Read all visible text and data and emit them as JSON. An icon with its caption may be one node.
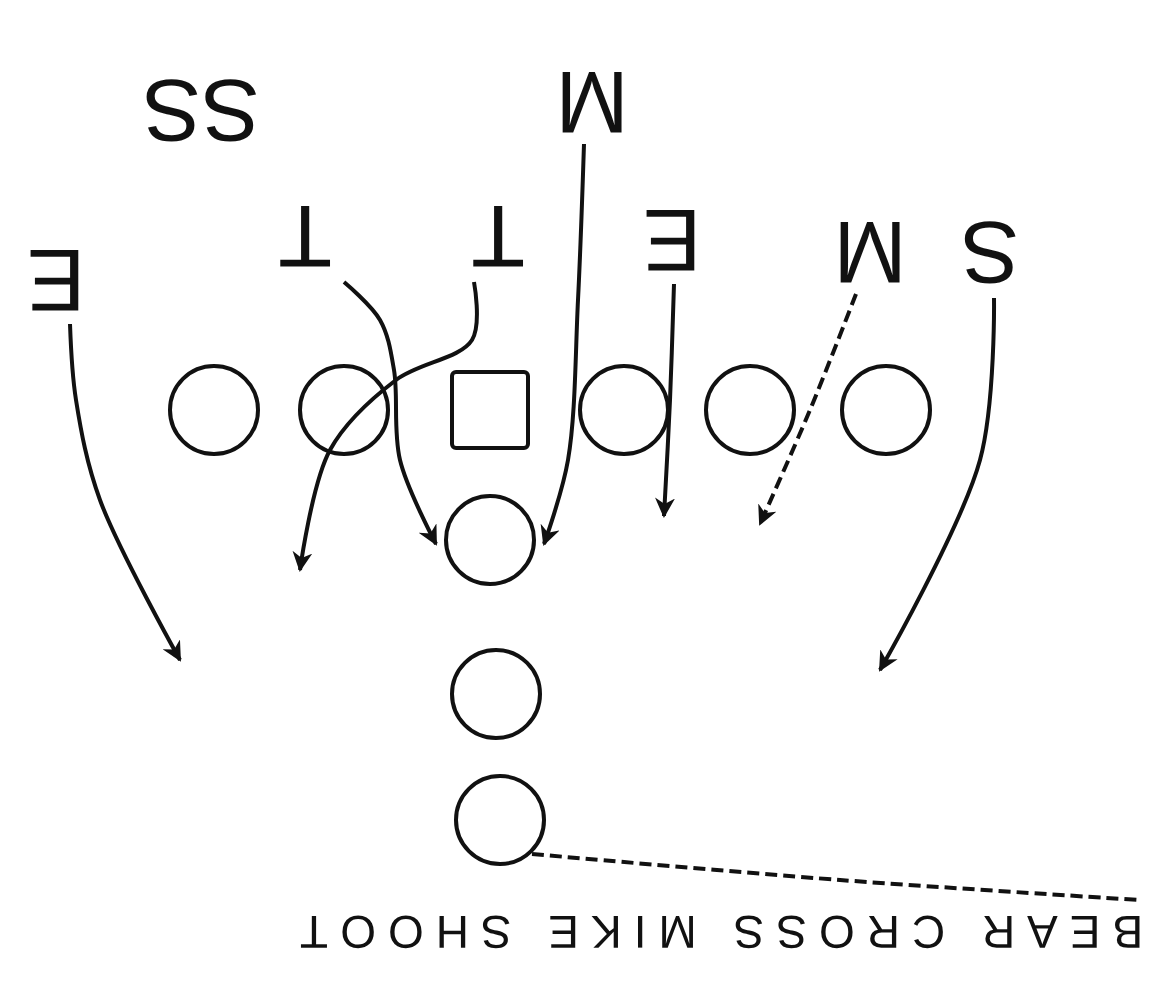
{
  "diagram": {
    "caption": "BEAR CROSS MIKE SHOOT",
    "nodes": [
      {
        "text": [
          "M"
        ]
      },
      {
        "text": [
          "T"
        ]
      },
      {
        "text": [
          "T"
        ]
      },
      {
        "text": [
          "E"
        ]
      },
      {
        "text": [
          "M"
        ]
      },
      {
        "text": [
          "S"
        ]
      },
      {
        "text": [
          "E"
        ]
      },
      {
        "text": [],
        "shape": "circle"
      },
      {
        "text": [],
        "shape": "circle"
      },
      {
        "text": [],
        "shape": "box"
      },
      {
        "text": [],
        "shape": "circle"
      },
      {
        "text": [],
        "shape": "circle"
      },
      {
        "text": [],
        "shape": "circle"
      },
      {
        "text": [],
        "shape": "circle"
      },
      {
        "text": [],
        "shape": "circle"
      },
      {
        "text": [],
        "shape": "circle"
      }
    ],
    "edges": [
      {
        "from": 0,
        "to": 13,
        "arrow": "to"
      },
      {
        "from": 1,
        "to": 13,
        "arrow": "to"
      },
      {
        "from": 2,
        "to": null,
        "arrow": "to"
      },
      {
        "from": 3,
        "to": null,
        "arrow": "to"
      },
      {
        "from": 4,
        "to": null,
        "arrow": "to",
        "style": "dashed"
      },
      {
        "from": 5,
        "to": null,
        "arrow": "to"
      },
      {
        "from": 6,
        "to": null,
        "arrow": "to"
      },
      {
        "from": 15,
        "to": null,
        "arrow": "none",
        "style": "dashed"
      }
    ],
    "labels": [
      "SS"
    ]
  }
}
